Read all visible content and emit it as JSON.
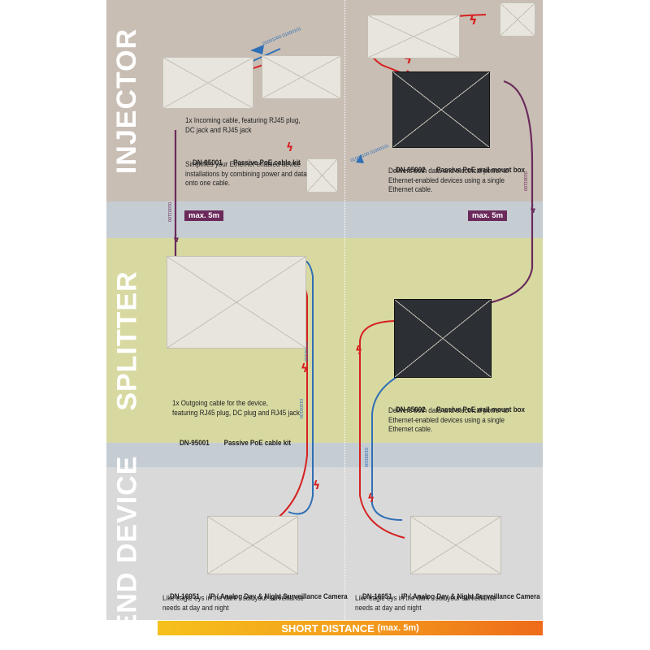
{
  "rows": {
    "injector": "INJECTOR",
    "splitter": "SPLITTER",
    "end_device": "END DEVICE"
  },
  "injector_left": {
    "desc": "1x Incoming cable, featuring RJ45 plug,\nDC jack and RJ45 jack",
    "model": "DN-95001",
    "name": "Passive PoE cable kit",
    "text": "Simplifies your Ethernet-enabled device\ninstallations by combining power and data\nonto one cable."
  },
  "injector_right": {
    "model": "DN-95002",
    "name": "Passive PoE wall mount box",
    "text": "Delivers both data and electrical power to\nEthernet-enabled devices using a single\nEthernet cable."
  },
  "max_left": "max. 5m",
  "max_right": "max. 5m",
  "splitter_left": {
    "desc": "1x Outgoing cable for the device,\nfeaturing RJ45 plug, DC plug and RJ45 jack",
    "model": "DN-95001",
    "name": "Passive PoE cable kit"
  },
  "splitter_right": {
    "model": "DN-95002",
    "name": "Passive PoE wall mount box",
    "text": "Delivers both data and electrical power to\nEthernet-enabled devices using a single\nEthernet cable."
  },
  "end_left": {
    "model": "DN-16051",
    "name": "IP / Analog Day & Night Surveillance Camera",
    "text": "Like eagle eys in the dark - suit your surveillance\nneeds at day and night"
  },
  "end_right": {
    "model": "DN-16051",
    "name": "IP / Analog Day & Night Surveillance Camera",
    "text": "Like eagle eys in the dark - suit your surveillance\nneeds at day and night"
  },
  "bottom": {
    "label": "SHORT DISTANCE",
    "sub": "(max. 5m)"
  },
  "cable_bits": {
    "a": "01001000 01000101",
    "b": "01001100",
    "c": "01001100",
    "d": "01000100",
    "e": "01000100",
    "f": "01000100",
    "g": "01000100 01000101"
  },
  "colors": {
    "injector_band": "#c8beb4",
    "separator_band": "#c5cdd3",
    "splitter_band": "#d7d9a1",
    "end_band": "#d9d9d9",
    "purple_cable": "#6b2a5b",
    "blue_cable": "#2f6fb5",
    "red_cable": "#d62020"
  }
}
